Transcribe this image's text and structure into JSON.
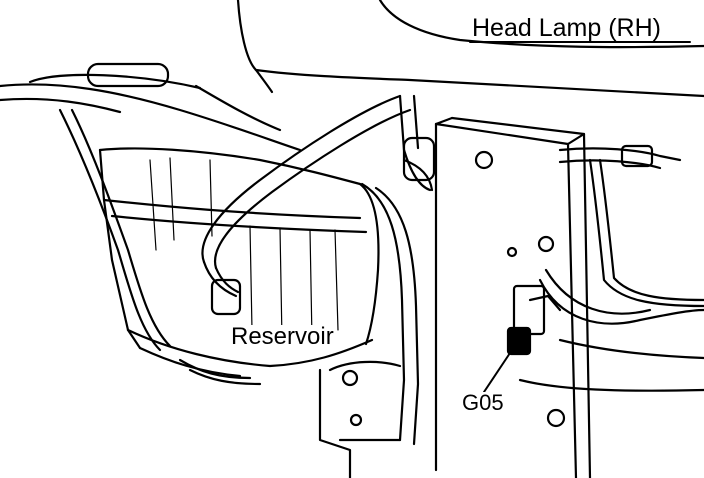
{
  "diagram": {
    "colors": {
      "ink": "#000000",
      "paper": "#ffffff"
    },
    "labels": {
      "head_lamp": "Head Lamp (RH)",
      "reservoir": "Reservoir",
      "ground_point": "G05"
    }
  }
}
